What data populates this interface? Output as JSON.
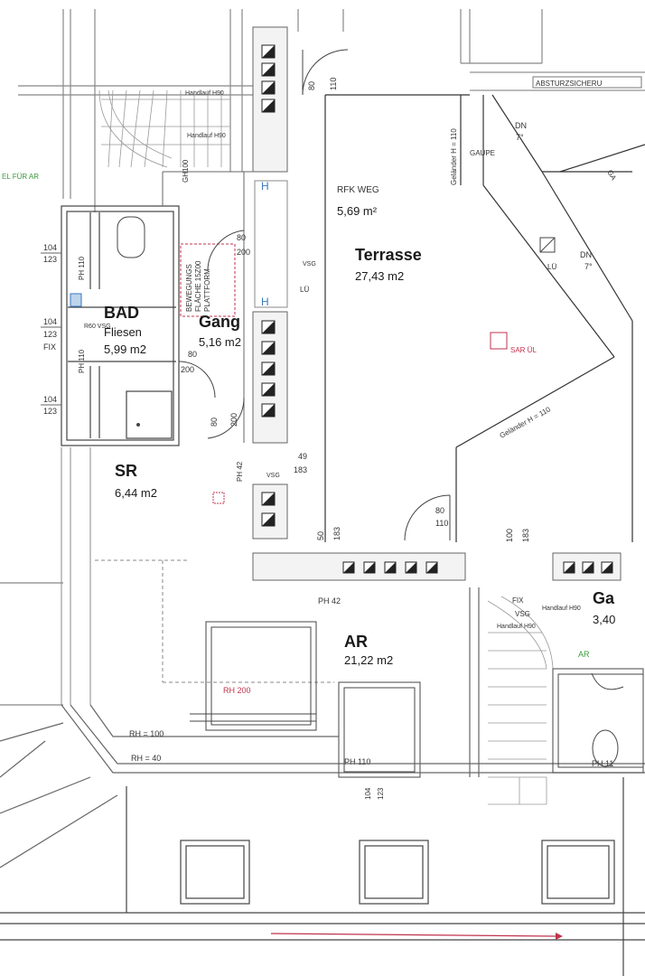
{
  "rooms": {
    "bad": {
      "name": "BAD",
      "finish": "Fliesen",
      "area": "5,99 m2"
    },
    "gang": {
      "name": "Gang",
      "area": "5,16 m2"
    },
    "sr": {
      "name": "SR",
      "area": "6,44 m2"
    },
    "ar": {
      "name": "AR",
      "area": "21,22 m2"
    },
    "terrasse": {
      "name": "Terrasse",
      "area": "27,43 m2"
    },
    "gang2": {
      "name": "Ga",
      "area": "3,40"
    }
  },
  "labels": {
    "rfk_weg": "RFK WEG",
    "rfk_area": "5,69 m²",
    "absturz": "ABSTURZSICHERU",
    "gaupe": "GAUPE",
    "dn1": "DN",
    "deg1": "7°",
    "dn2": "DN",
    "deg2": "7°",
    "lu1": "LÜ",
    "lu2": "LÜ",
    "gelaender1": "Geländer H = 110",
    "gelaender2": "Geländer H = 110",
    "vsg1": "VSG",
    "vsg2": "VSG",
    "vsg3": "VSG",
    "handlauf1": "Handlauf H90",
    "handlauf2": "Handlauf H90",
    "handlauf3": "Handlauf H90",
    "handlauf4": "Handlauf H90",
    "fix1": "FIX",
    "fix2": "FIX",
    "ph110a": "PH 110",
    "ph110b": "PH 110",
    "ph110c": "PH 110",
    "ph110d": "PH 11",
    "ph42a": "PH 42",
    "ph42b": "PH 42",
    "r60": "R60 VSG",
    "bew1": "BEWEGUNGS",
    "bew2": "FLÄCHE 15Z00",
    "bew3": "PLATTFORM",
    "gh100": "GH100",
    "rh200": "RH 200",
    "rh100": "RH = 100",
    "rh40": "RH = 40",
    "far_ar": "EL FÜR AR",
    "sar_ul": "SAR ÜL",
    "ar_green": "AR",
    "h": "H",
    "gaupe_right": "GA"
  },
  "dims": {
    "d80": "80",
    "d110": "110",
    "d200": "200",
    "d104": "104",
    "d123": "123",
    "d49": "49",
    "d183": "183",
    "d50": "50",
    "d100": "100"
  }
}
